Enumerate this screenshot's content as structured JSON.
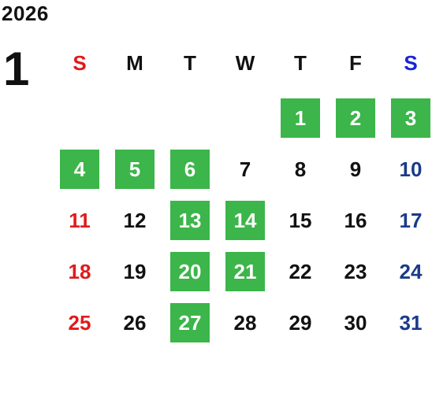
{
  "header": {
    "year": "2026",
    "month": "1"
  },
  "weekdays": [
    {
      "label": "S",
      "color": "#e01b1b"
    },
    {
      "label": "M",
      "color": "#111111"
    },
    {
      "label": "T",
      "color": "#111111"
    },
    {
      "label": "W",
      "color": "#111111"
    },
    {
      "label": "T",
      "color": "#111111"
    },
    {
      "label": "F",
      "color": "#111111"
    },
    {
      "label": "S",
      "color": "#1a24d8"
    }
  ],
  "colors": {
    "highlight": "#3cb54a",
    "sunday": "#e01b1b",
    "saturday": "#1a3a8a",
    "weekday": "#111111",
    "highlight_text": "#ffffff"
  },
  "weeks": [
    [
      null,
      null,
      null,
      null,
      {
        "d": "1",
        "hl": true
      },
      {
        "d": "2",
        "hl": true
      },
      {
        "d": "3",
        "hl": true
      }
    ],
    [
      {
        "d": "4",
        "hl": true
      },
      {
        "d": "5",
        "hl": true
      },
      {
        "d": "6",
        "hl": true
      },
      {
        "d": "7"
      },
      {
        "d": "8"
      },
      {
        "d": "9"
      },
      {
        "d": "10"
      }
    ],
    [
      {
        "d": "11"
      },
      {
        "d": "12"
      },
      {
        "d": "13",
        "hl": true
      },
      {
        "d": "14",
        "hl": true
      },
      {
        "d": "15"
      },
      {
        "d": "16"
      },
      {
        "d": "17"
      }
    ],
    [
      {
        "d": "18"
      },
      {
        "d": "19"
      },
      {
        "d": "20",
        "hl": true
      },
      {
        "d": "21",
        "hl": true
      },
      {
        "d": "22"
      },
      {
        "d": "23"
      },
      {
        "d": "24"
      }
    ],
    [
      {
        "d": "25"
      },
      {
        "d": "26"
      },
      {
        "d": "27",
        "hl": true
      },
      {
        "d": "28"
      },
      {
        "d": "29"
      },
      {
        "d": "30"
      },
      {
        "d": "31"
      }
    ]
  ]
}
